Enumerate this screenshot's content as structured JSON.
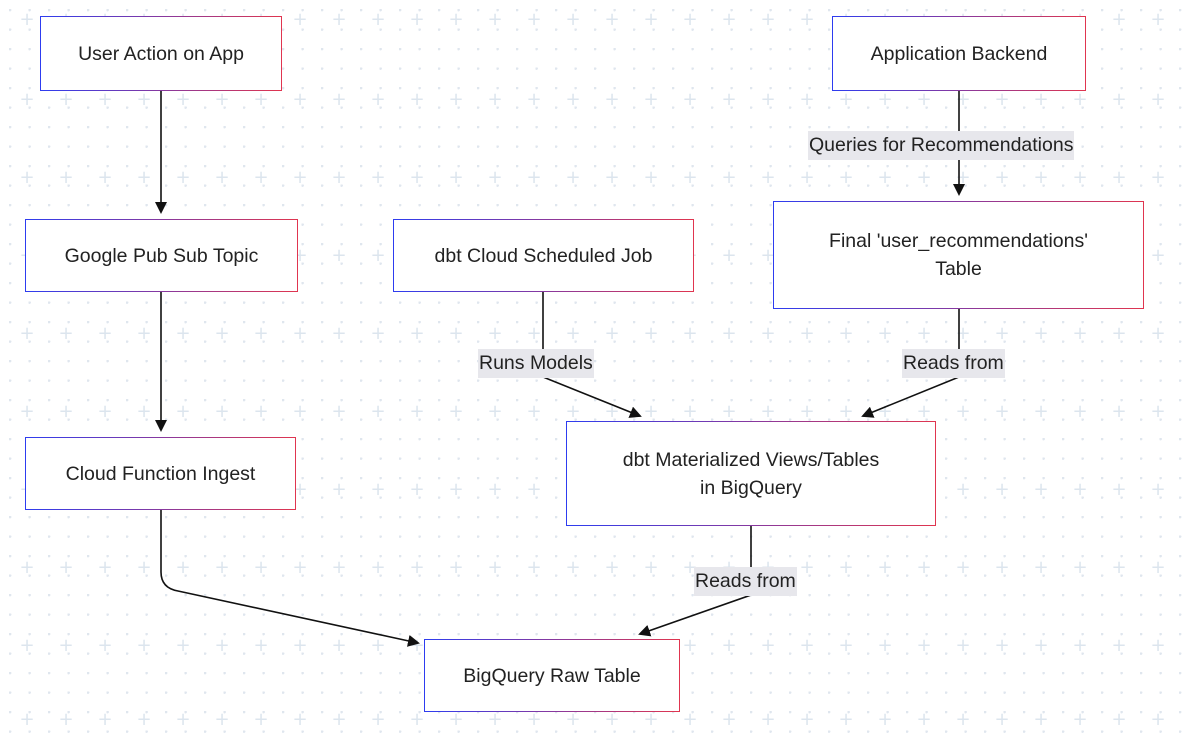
{
  "nodes": {
    "user_action": "User Action on App",
    "pubsub": "Google Pub Sub Topic",
    "cloud_function": "Cloud Function Ingest",
    "raw_table": "BigQuery Raw Table",
    "dbt_job": "dbt Cloud Scheduled Job",
    "dbt_views_line1": "dbt Materialized Views/Tables",
    "dbt_views_line2": "in BigQuery",
    "app_backend": "Application Backend",
    "final_table_line1": "Final 'user_recommendations'",
    "final_table_line2": "Table"
  },
  "edge_labels": {
    "queries": "Queries for Recommendations",
    "runs_models": "Runs Models",
    "reads_from_final": "Reads from",
    "reads_from_views": "Reads from"
  },
  "colors": {
    "node_border_start": "#2d3cf0",
    "node_border_end": "#e0354f",
    "edge": "#111111",
    "label_bg": "#e7e7ec",
    "grid": "#dce5ee"
  }
}
